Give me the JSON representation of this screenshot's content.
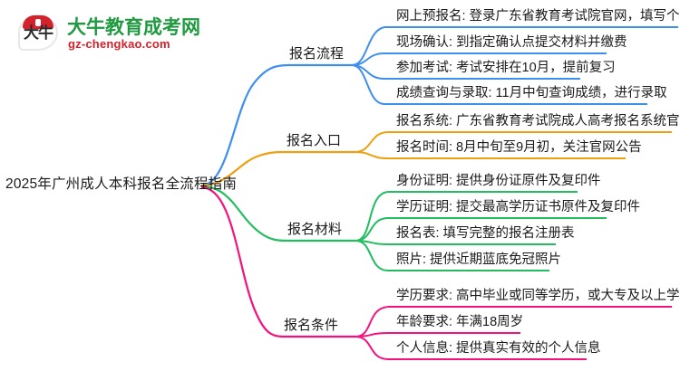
{
  "logo": {
    "badge_text": "大牛",
    "title": "大牛教育成考网",
    "url": "gz-chengkao.com",
    "brand_green": "#1f9a40",
    "brand_red": "#d3222a"
  },
  "mindmap": {
    "root": {
      "label": "2025年广州成人本科报名全流程指南"
    },
    "branches": [
      {
        "label": "报名流程",
        "color": "#3e8ef0",
        "children": [
          {
            "label": "网上预报名: 登录广东省教育考试院官网，填写个人信息"
          },
          {
            "label": "现场确认: 到指定确认点提交材料并缴费"
          },
          {
            "label": "参加考试: 考试安排在10月，提前复习"
          },
          {
            "label": "成绩查询与录取: 11月中旬查询成绩，进行录取"
          }
        ]
      },
      {
        "label": "报名入口",
        "color": "#eda010",
        "children": [
          {
            "label": "报名系统: 广东省教育考试院成人高考报名系统官网"
          },
          {
            "label": "报名时间: 8月中旬至9月初，关注官网公告"
          }
        ]
      },
      {
        "label": "报名材料",
        "color": "#22bd5f",
        "children": [
          {
            "label": "身份证明: 提供身份证原件及复印件"
          },
          {
            "label": "学历证明: 提交最高学历证书原件及复印件"
          },
          {
            "label": "报名表: 填写完整的报名注册表"
          },
          {
            "label": "照片: 提供近期蓝底免冠照片"
          }
        ]
      },
      {
        "label": "报名条件",
        "color": "#f5127e",
        "children": [
          {
            "label": "学历要求: 高中毕业或同等学历，或大专及以上学历"
          },
          {
            "label": "年龄要求: 年满18周岁"
          },
          {
            "label": "个人信息: 提供真实有效的个人信息"
          }
        ]
      }
    ]
  }
}
